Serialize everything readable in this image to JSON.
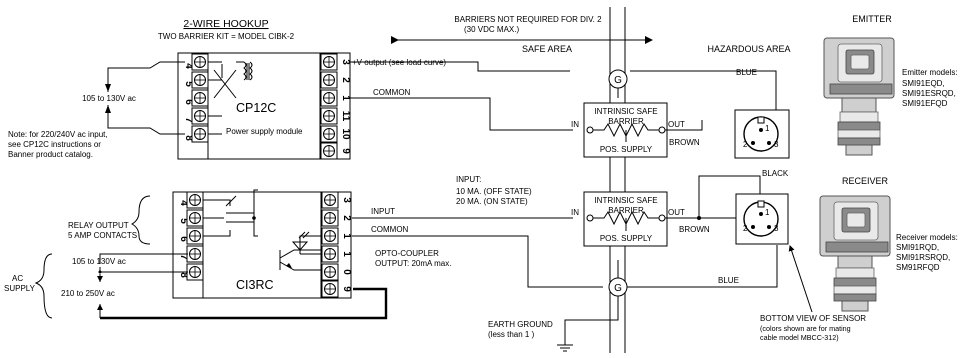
{
  "header": {
    "title": "2-WIRE HOOKUP",
    "subtitle": "TWO BARRIER KIT = MODEL CIBK-2"
  },
  "zones": {
    "barrier_note_1": "BARRIERS NOT REQUIRED FOR DIV. 2",
    "barrier_note_2": "(30 VDC MAX.)",
    "safe": "SAFE AREA",
    "hazardous": "HAZARDOUS AREA"
  },
  "cp12c": {
    "name": "CP12C",
    "description": "Power supply module",
    "left_terminals": [
      "4",
      "5",
      "6",
      "7",
      "8"
    ],
    "right_terminals": [
      "3",
      "2",
      "1",
      "11",
      "10",
      "9"
    ],
    "voltage_label": "105 to 130V ac",
    "note": [
      "Note: for 220/240V ac input,",
      "see CP12C instructions or",
      "Banner product catalog."
    ],
    "vplus_label": "+V output (see load curve)",
    "common_label": "COMMON"
  },
  "ci3rc": {
    "name": "CI3RC",
    "left_terminals": [
      "4",
      "5",
      "6",
      "7",
      "8"
    ],
    "right_terminals": [
      "3",
      "2",
      "1",
      "1",
      "0",
      "9"
    ],
    "relay_label": [
      "RELAY OUTPUT",
      "5 AMP CONTACTS"
    ],
    "ac_supply": [
      "AC",
      "SUPPLY"
    ],
    "volt_low": "105 to 130V ac",
    "volt_high": "210 to 250V ac",
    "input_label": "INPUT",
    "common_label": "COMMON",
    "opto": [
      "OPTO-COUPLER",
      "OUTPUT: 20mA max."
    ],
    "input_spec": [
      "INPUT:",
      "10 MA. (OFF STATE)",
      "20 MA. (ON STATE)"
    ]
  },
  "barrier_top": {
    "line1": "INTRINSIC SAFE",
    "line2": "BARRIER",
    "supply": "POS. SUPPLY",
    "in": "IN",
    "out": "OUT"
  },
  "barrier_bottom": {
    "line1": "INTRINSIC SAFE",
    "line2": "BARRIER",
    "supply": "POS. SUPPLY",
    "in": "IN",
    "out": "OUT"
  },
  "ground_symbol": "G",
  "wires": {
    "blue": "BLUE",
    "brown": "BROWN",
    "black": "BLACK"
  },
  "connector_pins": [
    "1",
    "2",
    "3"
  ],
  "emitter": {
    "title": "EMITTER",
    "models": [
      "Emitter models:",
      "SMI91EQD,",
      "SMI91ESRQD,",
      "SMI91EFQD"
    ]
  },
  "receiver": {
    "title": "RECEIVER",
    "models": [
      "Receiver models:",
      "SMI91RQD,",
      "SMI91RSRQD,",
      "SM91RFQD"
    ]
  },
  "bottom_view": [
    "BOTTOM  VIEW OF SENSOR",
    "(colors shown are for mating",
    "cable model MBCC-312)"
  ],
  "earth": [
    "EARTH GROUND",
    "(less than 1 )"
  ]
}
